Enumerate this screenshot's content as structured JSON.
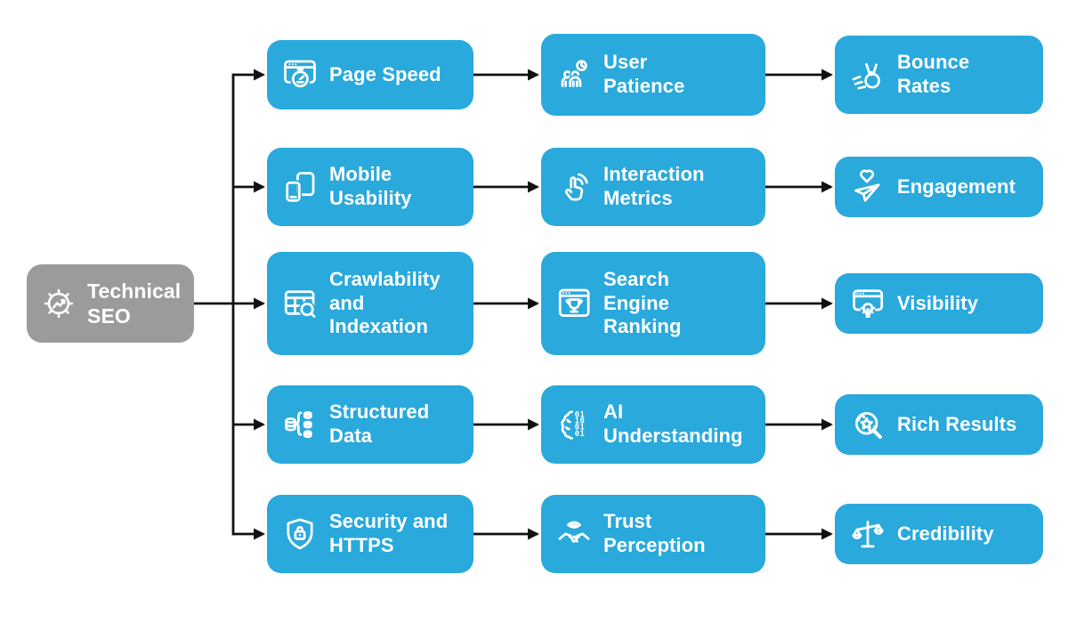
{
  "diagram": {
    "colors": {
      "node_bg": "#29A9DC",
      "root_bg": "#9B9B9B",
      "text": "#FFFFFF",
      "arrow": "#111111",
      "background": "#FFFFFF"
    },
    "root": {
      "label": "Technical\nSEO",
      "icon": "gear-trend-icon"
    },
    "rows": [
      {
        "boxes": [
          {
            "label": "Page Speed",
            "icon": "page-speed-icon"
          },
          {
            "label": "User\nPatience",
            "icon": "user-patience-icon"
          },
          {
            "label": "Bounce\nRates",
            "icon": "bounce-rates-icon"
          }
        ]
      },
      {
        "boxes": [
          {
            "label": "Mobile\nUsability",
            "icon": "mobile-usability-icon"
          },
          {
            "label": "Interaction\nMetrics",
            "icon": "interaction-metrics-icon"
          },
          {
            "label": "Engagement",
            "icon": "engagement-icon"
          }
        ]
      },
      {
        "boxes": [
          {
            "label": "Crawlability\nand\nIndexation",
            "icon": "crawlability-indexation-icon"
          },
          {
            "label": "Search\nEngine\nRanking",
            "icon": "search-engine-ranking-icon"
          },
          {
            "label": "Visibility",
            "icon": "visibility-icon"
          }
        ]
      },
      {
        "boxes": [
          {
            "label": "Structured\nData",
            "icon": "structured-data-icon"
          },
          {
            "label": "AI\nUnderstanding",
            "icon": "ai-understanding-icon"
          },
          {
            "label": "Rich Results",
            "icon": "rich-results-icon"
          }
        ]
      },
      {
        "boxes": [
          {
            "label": "Security and\nHTTPS",
            "icon": "security-https-icon"
          },
          {
            "label": "Trust\nPerception",
            "icon": "trust-perception-icon"
          },
          {
            "label": "Credibility",
            "icon": "credibility-icon"
          }
        ]
      }
    ]
  }
}
